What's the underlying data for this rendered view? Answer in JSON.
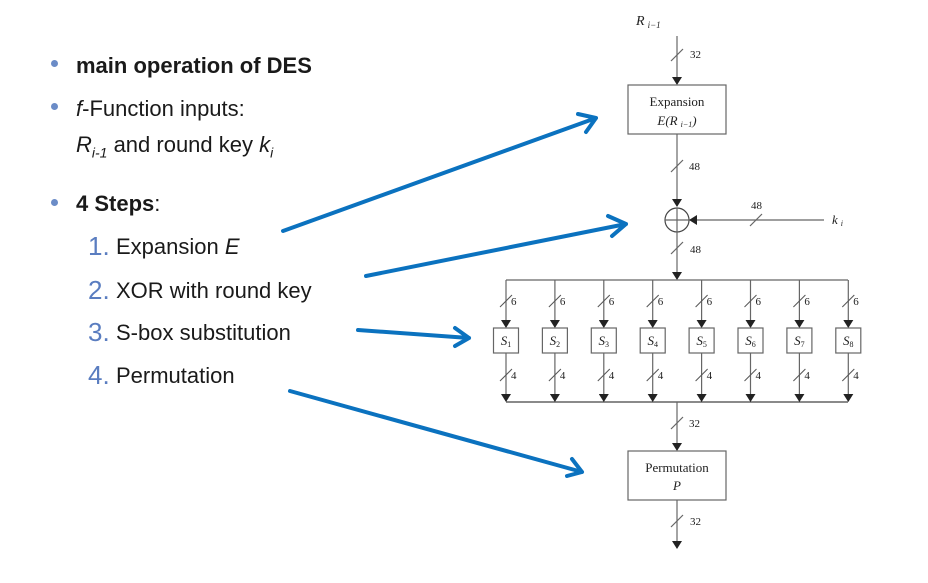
{
  "bullets": {
    "b1": "main operation of DES",
    "b2_f": "f",
    "b2_rest": "-Function inputs:",
    "b2_line2_R": "R",
    "b2_line2_Rsub": "i-1",
    "b2_line2_mid": " and round key ",
    "b2_line2_k": "k",
    "b2_line2_ksub": "i",
    "b3_bold": "4 Steps",
    "b3_colon": ":"
  },
  "steps": [
    {
      "num": "1.",
      "label": "Expansion ",
      "italic": "E"
    },
    {
      "num": "2.",
      "label": "XOR with round key",
      "italic": ""
    },
    {
      "num": "3.",
      "label": "S-box substitution",
      "italic": ""
    },
    {
      "num": "4.",
      "label": "Permutation",
      "italic": ""
    }
  ],
  "diagram": {
    "input": "R",
    "input_sub": "i−1",
    "input_width": "32",
    "expansion_title": "Expansion",
    "expansion_formula": "E(R",
    "expansion_formula_sub": "i−1",
    "expansion_formula_end": ")",
    "expansion_width": "48",
    "key": "k",
    "key_sub": "i",
    "key_width": "48",
    "xor_width": "48",
    "sbox_in_width": "6",
    "sbox_out_width": "4",
    "sboxes": [
      "1",
      "2",
      "3",
      "4",
      "5",
      "6",
      "7",
      "8"
    ],
    "sbox_letter": "S",
    "merge_width": "32",
    "permutation_title": "Permutation",
    "permutation_formula": "P",
    "output_width": "32"
  },
  "colors": {
    "arrow": "#0b72bf",
    "bullet": "#6b8cc7",
    "number": "#5a7dc0"
  }
}
